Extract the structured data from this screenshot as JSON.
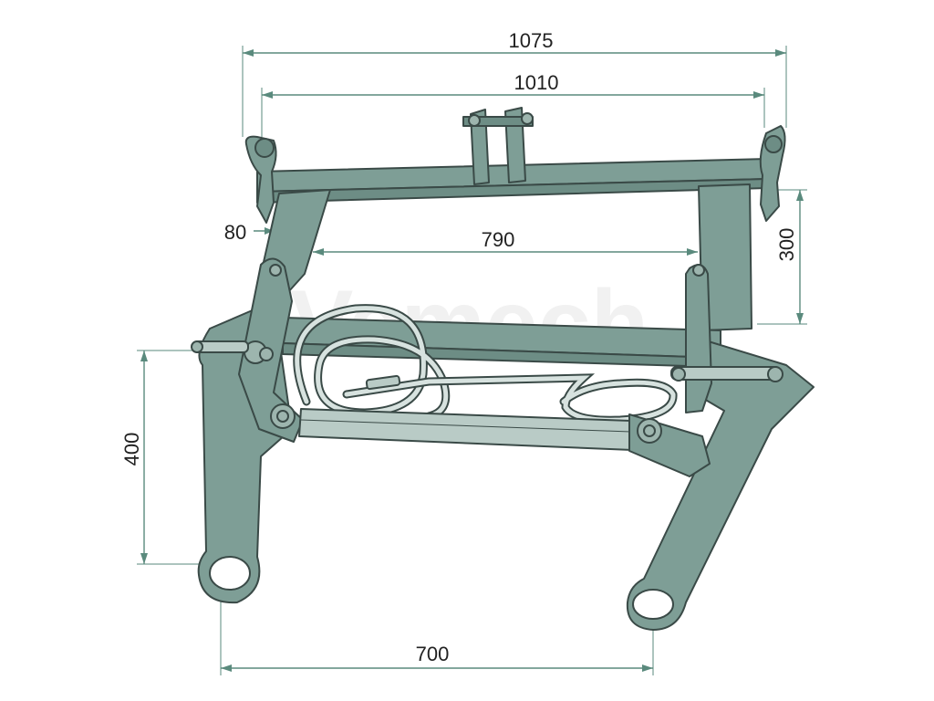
{
  "dimensions": {
    "overall_width": "1075",
    "pin_width": "1010",
    "inner_width": "790",
    "beam_depth": "80",
    "frame_height": "300",
    "arm_drop": "400",
    "arm_spacing": "700"
  },
  "watermark": "Vemech",
  "colors": {
    "part": "#7e9e96",
    "outline": "#3a4a47",
    "dimension": "#5a8a7d"
  }
}
